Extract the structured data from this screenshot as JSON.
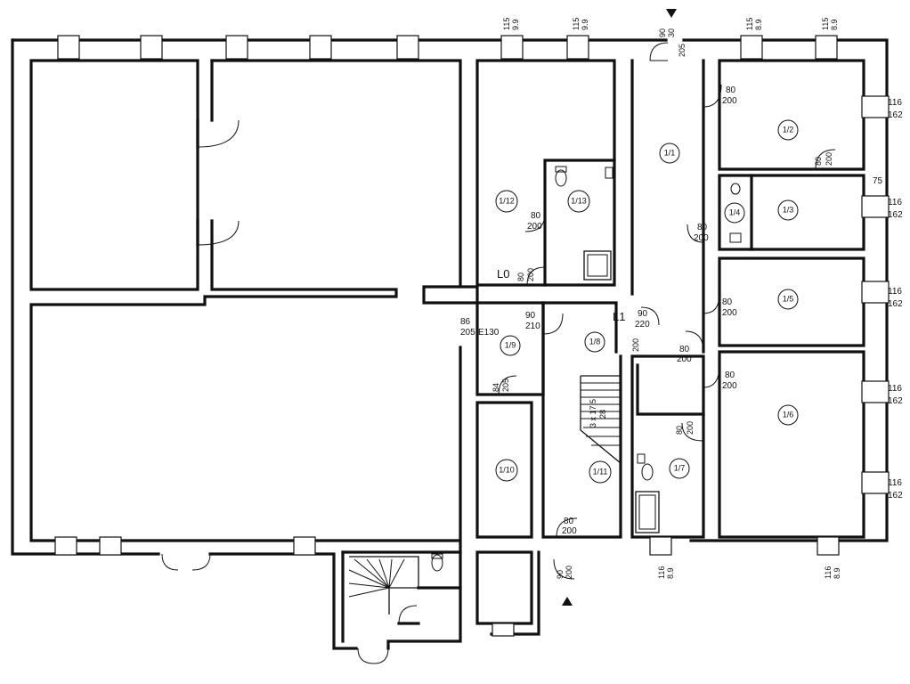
{
  "rooms": [
    {
      "id": "1/1"
    },
    {
      "id": "1/2"
    },
    {
      "id": "1/3"
    },
    {
      "id": "1/4"
    },
    {
      "id": "1/5"
    },
    {
      "id": "1/6"
    },
    {
      "id": "1/7"
    },
    {
      "id": "1/8"
    },
    {
      "id": "1/9"
    },
    {
      "id": "1/10"
    },
    {
      "id": "1/11"
    },
    {
      "id": "1/12"
    },
    {
      "id": "1/13"
    }
  ],
  "levels": {
    "l0": "L0",
    "l1": "L1"
  },
  "window_dims": {
    "top_a": {
      "w": "115",
      "h": "9.9"
    },
    "top_b": {
      "w": "115",
      "h": "9.9"
    },
    "top_c": {
      "w": "115",
      "h": "8.9"
    },
    "top_d": {
      "w": "115",
      "h": "8.9"
    },
    "right_1": {
      "w": "116",
      "h": "162"
    },
    "right_2": {
      "w": "116",
      "h": "162"
    },
    "right_3": {
      "w": "116",
      "h": "162"
    },
    "right_4": {
      "w": "116",
      "h": "162"
    },
    "right_5": {
      "w": "116",
      "h": "162"
    },
    "bottom_a": {
      "w": "116",
      "h": "8.9"
    },
    "bottom_b": {
      "w": "116",
      "h": "8.9"
    }
  },
  "door_dims": {
    "entrance_top": {
      "w": "90",
      "h": "30",
      "x": "205"
    },
    "d_1_2": {
      "w": "80",
      "h": "200"
    },
    "d_1_2b": {
      "w": "80",
      "h": "200"
    },
    "d_1_4": {
      "w": "80",
      "h": "200"
    },
    "d_1_5": {
      "w": "80",
      "h": "200"
    },
    "d_1_6": {
      "w": "80",
      "h": "200"
    },
    "d_1_7": {
      "w": "80",
      "h": "200"
    },
    "d_1_7b": {
      "w": "80",
      "h": "200"
    },
    "d_1_12": {
      "w": "80",
      "h": "200"
    },
    "d_l0": {
      "w": "80",
      "h": "200"
    },
    "d_1_9": {
      "w": "90",
      "h": "210"
    },
    "d_l1": {
      "w": "90",
      "h": "220"
    },
    "d_1_8": {
      "w": "200"
    },
    "d_e130": {
      "w": "86",
      "h": "205",
      "rating": "E130"
    },
    "d_1_10": {
      "w": "84",
      "h": "205"
    },
    "d_1_11": {
      "w": "80",
      "h": "200"
    },
    "entrance_bottom": {
      "w": "90",
      "h": "200"
    }
  },
  "misc": {
    "dim_75": "75",
    "stair_note": "3 x 17.5",
    "stair_note_b": "28"
  }
}
